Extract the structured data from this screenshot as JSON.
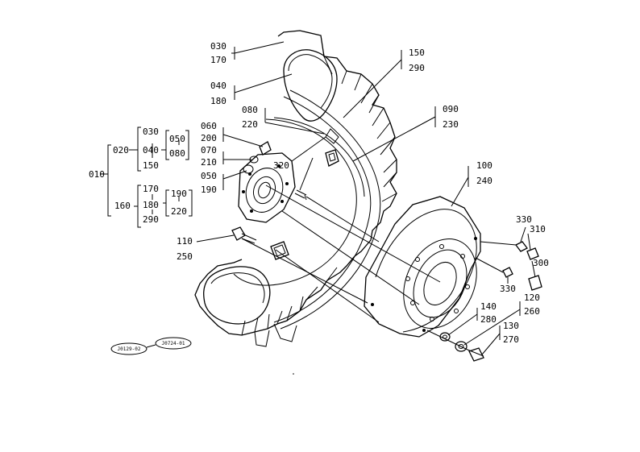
{
  "callouts": {
    "c030": "030",
    "c170": "170",
    "c040": "040",
    "c180": "180",
    "c150": "150",
    "c290": "290",
    "c080": "080",
    "c220": "220",
    "c090": "090",
    "c230": "230",
    "c060": "060",
    "c200": "200",
    "c070": "070",
    "c210": "210",
    "c050": "050",
    "c190": "190",
    "c320": "320",
    "c100": "100",
    "c240": "240",
    "c110": "110",
    "c250": "250",
    "c330a": "330",
    "c310": "310",
    "c300": "300",
    "c330b": "330",
    "c140": "140",
    "c280": "280",
    "c120": "120",
    "c260": "260",
    "c130": "130",
    "c270": "270"
  },
  "tree": {
    "root": "010",
    "g020": "020",
    "g020_a": "030",
    "g020_b": "040",
    "g020_c": "150",
    "g040_a": "050",
    "g040_b": "080",
    "g160": "160",
    "g160_a": "170",
    "g160_b": "180",
    "g160_c": "290",
    "g180_a": "190",
    "g180_b": "220"
  },
  "stamps": {
    "left": "J0129-02",
    "right": "J0724-01"
  }
}
